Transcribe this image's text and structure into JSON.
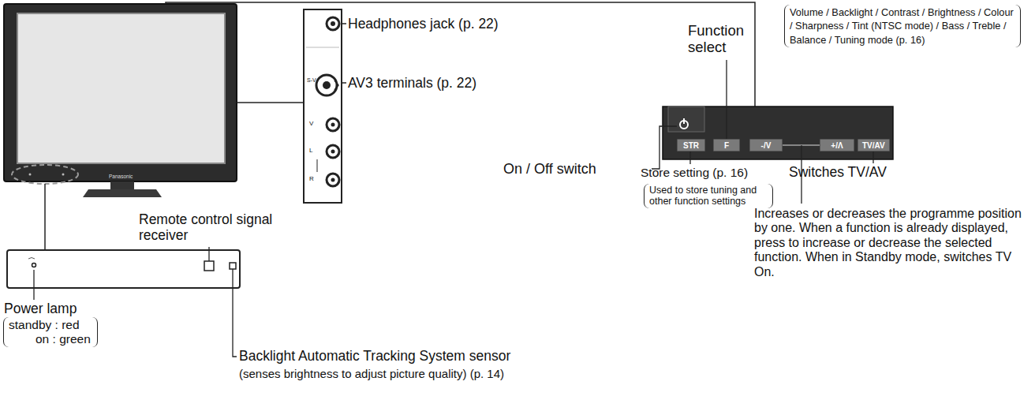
{
  "diagram": {
    "nodes": [
      {
        "text": [
          "STR"
        ]
      },
      {
        "text": [
          "F"
        ]
      },
      {
        "text": [
          "-/V"
        ]
      },
      {
        "text": [
          "+/Λ"
        ]
      },
      {
        "text": [
          "TV/AV"
        ]
      }
    ],
    "labels": [
      "Headphones jack (p. 22)",
      "AV3 terminals (p. 22)",
      "Function select",
      "Volume / Backlight / Contrast / Brightness / Colour / Sharpness / Tint (NTSC mode) / Bass / Treble / Balance / Tuning mode (p. 16)",
      "On / Off switch",
      "Store setting (p. 16)",
      "Used to store tuning and other function settings",
      "Switches TV/AV",
      "Increases or decreases the programme position by one. When a function is already displayed, press to increase or decrease the selected function. When in Standby mode, switches TV On.",
      "Remote control signal receiver",
      "Power lamp",
      "standby : red",
      "on : green",
      "Backlight Automatic Tracking System sensor",
      "(senses brightness to adjust picture quality) (p. 14)",
      "S-V",
      "V",
      "L",
      "R",
      "Panasonic"
    ]
  }
}
